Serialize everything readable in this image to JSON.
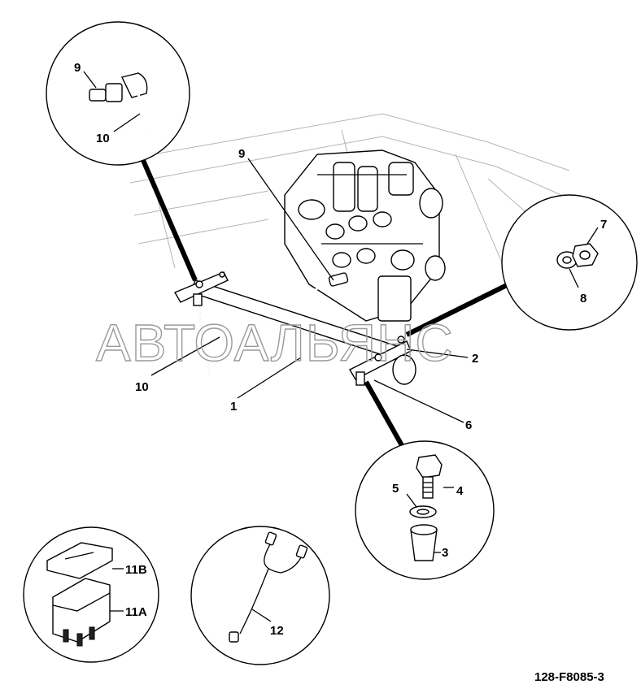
{
  "drawing": {
    "code": "128-F8085-3",
    "watermark": "АВТОАЛЬЯНС"
  },
  "callouts": {
    "c9_detail": "9",
    "c10_detail": "10",
    "c9_main": "9",
    "c7": "7",
    "c8": "8",
    "c2": "2",
    "c10_main": "10",
    "c1": "1",
    "c6": "6",
    "c4": "4",
    "c5": "5",
    "c3": "3",
    "c11B": "11B",
    "c11A": "11A",
    "c12": "12"
  }
}
